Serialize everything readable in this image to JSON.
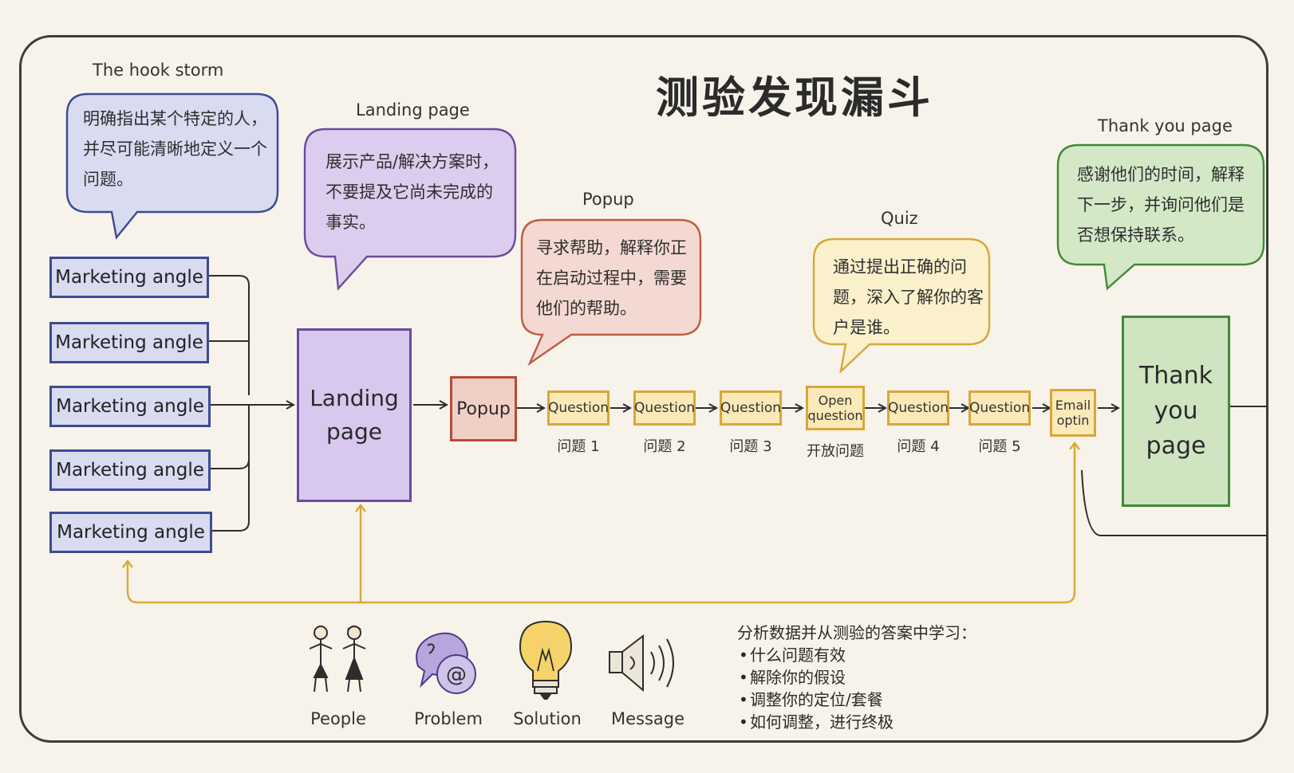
{
  "title": "测验发现漏斗",
  "hook_storm": {
    "label": "The hook storm",
    "text": "明确指出某个特定的人，并尽可能清晰地定义一个问题。"
  },
  "landing_bubble": {
    "label": "Landing page",
    "text": "展示产品/解决方案时，不要提及它尚未完成的事实。"
  },
  "popup_bubble": {
    "label": "Popup",
    "text": "寻求帮助，解释你正在启动过程中，需要他们的帮助。"
  },
  "quiz_bubble": {
    "label": "Quiz",
    "text": "通过提出正确的问题，深入了解你的客户是谁。"
  },
  "thankyou_bubble": {
    "label": "Thank you page",
    "text": "感谢他们的时间，解释下一步，并询问他们是否想保持联系。"
  },
  "marketing_angles": [
    "Marketing angle",
    "Marketing angle",
    "Marketing angle",
    "Marketing angle",
    "Marketing angle"
  ],
  "landing_box": "Landing page",
  "popup_box": "Popup",
  "flow": [
    {
      "label": "Question",
      "caption": "问题 1"
    },
    {
      "label": "Question",
      "caption": "问题 2"
    },
    {
      "label": "Question",
      "caption": "问题 3"
    },
    {
      "label": "Open question",
      "caption": "开放问题"
    },
    {
      "label": "Question",
      "caption": "问题 4"
    },
    {
      "label": "Question",
      "caption": "问题 5"
    },
    {
      "label": "Email optin",
      "caption": ""
    }
  ],
  "thankyou_box": "Thank you page",
  "icons": [
    {
      "name": "people-icon",
      "label": "People"
    },
    {
      "name": "problem-icon",
      "label": "Problem"
    },
    {
      "name": "solution-icon",
      "label": "Solution"
    },
    {
      "name": "message-icon",
      "label": "Message"
    }
  ],
  "learn": {
    "heading": "分析数据并从测验的答案中学习：",
    "items": [
      "什么问题有效",
      "解除你的假设",
      "调整你的定位/套餐",
      "如何调整，进行终极"
    ]
  },
  "colors": {
    "blue_fill": "#d9dbf0",
    "blue_stroke": "#3d4a95",
    "purple_fill": "#d8c8ee",
    "purple_stroke": "#6d4a9f",
    "red_fill": "#f1cfc4",
    "red_stroke": "#b84a36",
    "yellow_fill": "#fbe9b8",
    "yellow_stroke": "#d8a73a",
    "green_fill": "#cfe5c2",
    "green_stroke": "#3f8a35",
    "feedback": "#e0b340"
  }
}
